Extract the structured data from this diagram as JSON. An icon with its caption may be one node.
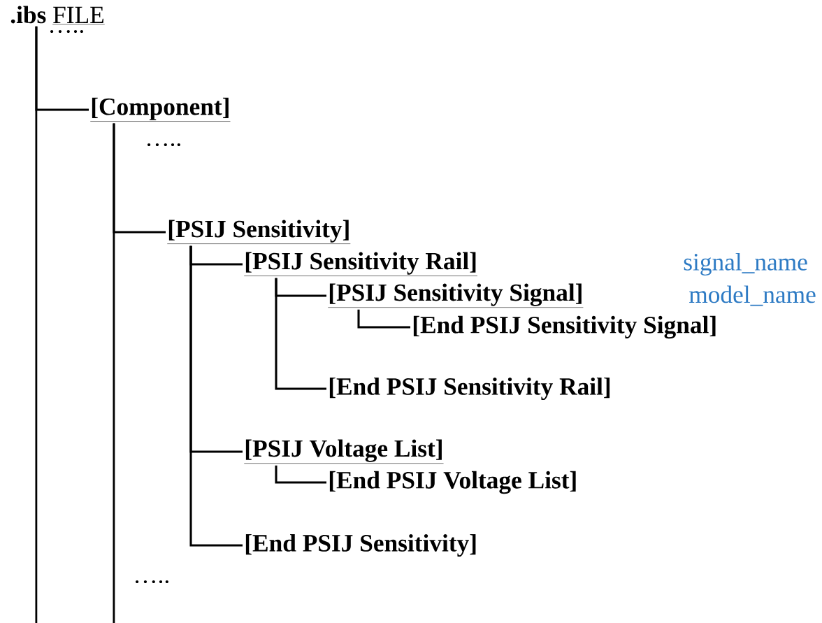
{
  "diagram": {
    "nodes": [
      {
        "text": [
          ".ibs",
          "FILE"
        ]
      },
      {
        "text": [
          "[Component]"
        ]
      },
      {
        "text": [
          "[PSIJ Sensitivity]"
        ]
      },
      {
        "text": [
          "[PSIJ Sensitivity Rail]"
        ]
      },
      {
        "text": [
          "[PSIJ Sensitivity Signal]"
        ]
      },
      {
        "text": [
          "[End PSIJ Sensitivity Signal]"
        ]
      },
      {
        "text": [
          "[End PSIJ Sensitivity Rail]"
        ]
      },
      {
        "text": [
          "[PSIJ Voltage List]"
        ]
      },
      {
        "text": [
          "[End PSIJ Voltage List]"
        ]
      },
      {
        "text": [
          "[End PSIJ Sensitivity]"
        ]
      }
    ],
    "edges": [
      {
        "from": 0,
        "to": 1,
        "arrow": "none"
      },
      {
        "from": 1,
        "to": 2,
        "arrow": "none"
      },
      {
        "from": 2,
        "to": 3,
        "arrow": "none"
      },
      {
        "from": 3,
        "to": 4,
        "arrow": "none"
      },
      {
        "from": 4,
        "to": 5,
        "arrow": "none"
      },
      {
        "from": 3,
        "to": 6,
        "arrow": "none"
      },
      {
        "from": 2,
        "to": 7,
        "arrow": "none"
      },
      {
        "from": 7,
        "to": 8,
        "arrow": "none"
      },
      {
        "from": 2,
        "to": 9,
        "arrow": "none"
      }
    ],
    "labels": [
      "…..",
      "…..",
      "signal_name",
      "model_name",
      "….."
    ]
  }
}
